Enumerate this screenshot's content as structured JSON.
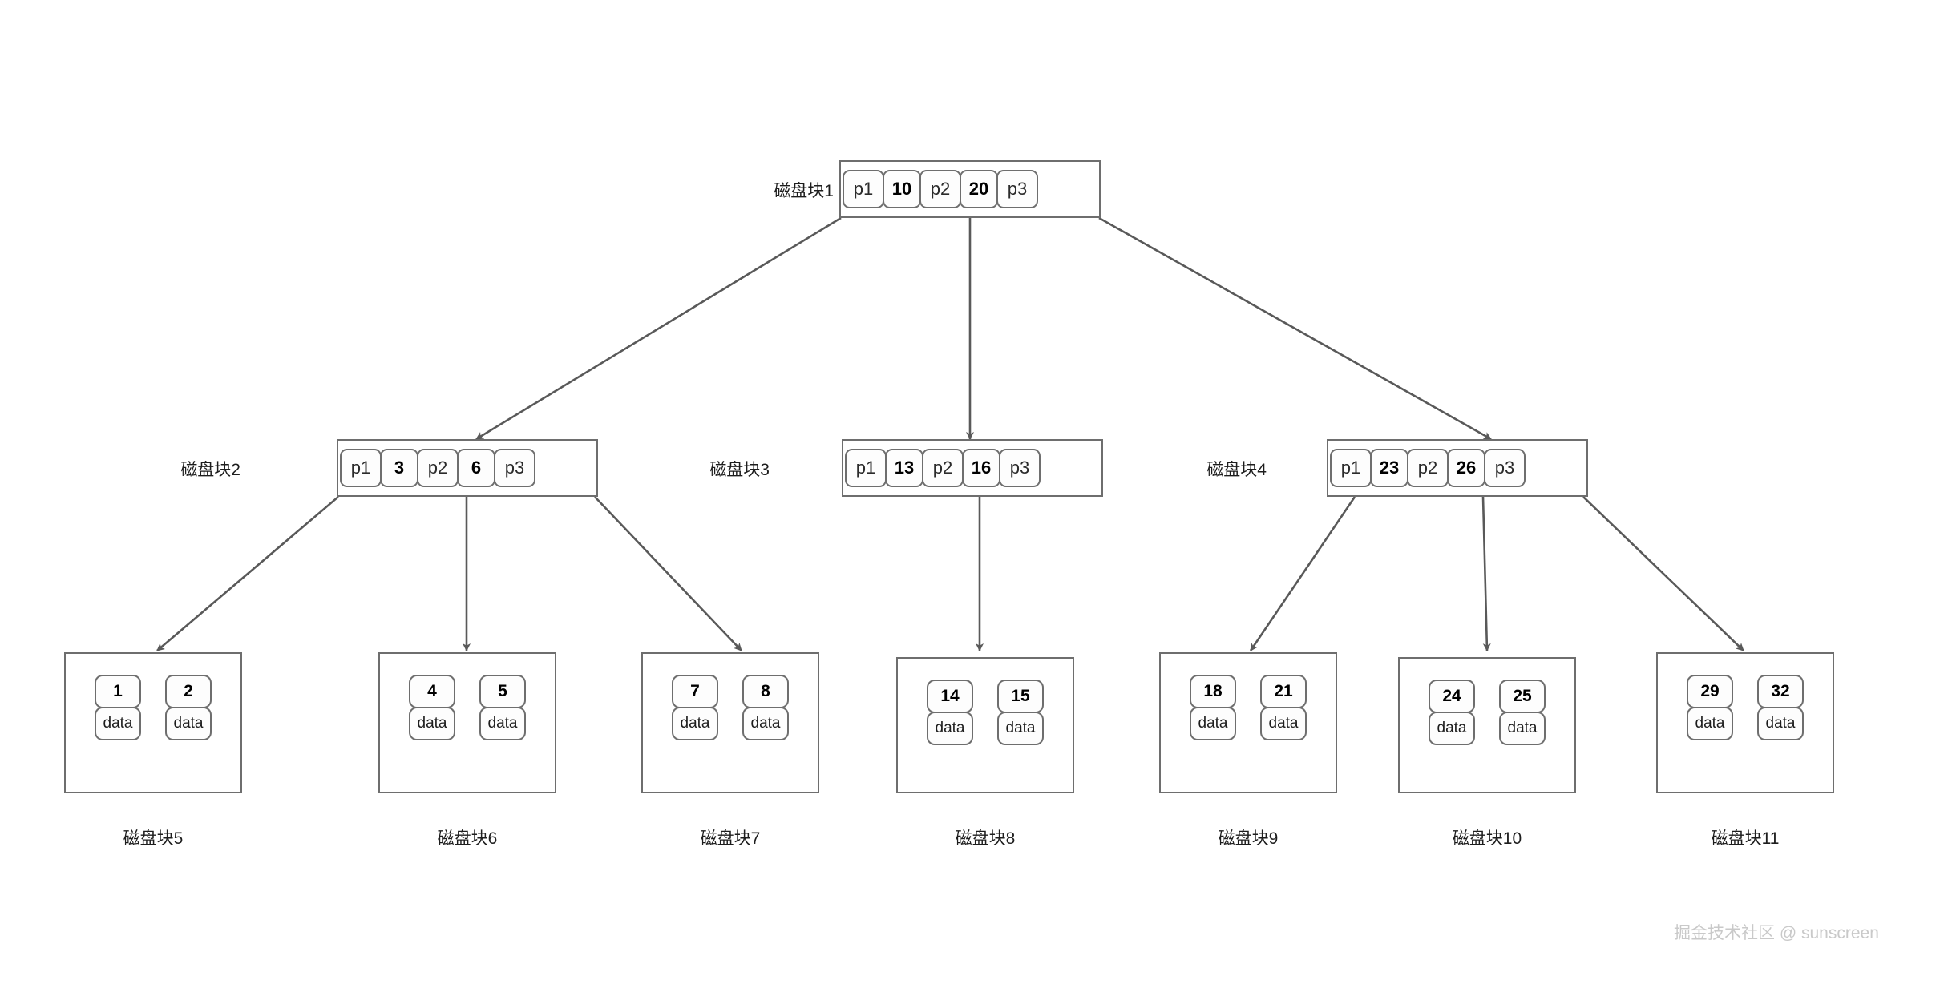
{
  "diagram": {
    "type": "b-plus-tree",
    "watermark": "掘金技术社区 @ sunscreen",
    "labels": {
      "pointer_1": "p1",
      "pointer_2": "p2",
      "pointer_3": "p3",
      "data": "data"
    },
    "internal_nodes": [
      {
        "id": "block1",
        "label": "磁盘块1",
        "cells": [
          {
            "kind": "pointer",
            "text": "p1"
          },
          {
            "kind": "key",
            "text": "10"
          },
          {
            "kind": "pointer",
            "text": "p2"
          },
          {
            "kind": "key",
            "text": "20"
          },
          {
            "kind": "pointer",
            "text": "p3"
          }
        ]
      },
      {
        "id": "block2",
        "label": "磁盘块2",
        "cells": [
          {
            "kind": "pointer",
            "text": "p1"
          },
          {
            "kind": "key",
            "text": "3"
          },
          {
            "kind": "pointer",
            "text": "p2"
          },
          {
            "kind": "key",
            "text": "6"
          },
          {
            "kind": "pointer",
            "text": "p3"
          }
        ]
      },
      {
        "id": "block3",
        "label": "磁盘块3",
        "cells": [
          {
            "kind": "pointer",
            "text": "p1"
          },
          {
            "kind": "key",
            "text": "13"
          },
          {
            "kind": "pointer",
            "text": "p2"
          },
          {
            "kind": "key",
            "text": "16"
          },
          {
            "kind": "pointer",
            "text": "p3"
          }
        ]
      },
      {
        "id": "block4",
        "label": "磁盘块4",
        "cells": [
          {
            "kind": "pointer",
            "text": "p1"
          },
          {
            "kind": "key",
            "text": "23"
          },
          {
            "kind": "pointer",
            "text": "p2"
          },
          {
            "kind": "key",
            "text": "26"
          },
          {
            "kind": "pointer",
            "text": "p3"
          }
        ]
      }
    ],
    "leaf_nodes": [
      {
        "id": "block5",
        "caption": "磁盘块5",
        "entries": [
          {
            "key": "1",
            "data": "data"
          },
          {
            "key": "2",
            "data": "data"
          }
        ]
      },
      {
        "id": "block6",
        "caption": "磁盘块6",
        "entries": [
          {
            "key": "4",
            "data": "data"
          },
          {
            "key": "5",
            "data": "data"
          }
        ]
      },
      {
        "id": "block7",
        "caption": "磁盘块7",
        "entries": [
          {
            "key": "7",
            "data": "data"
          },
          {
            "key": "8",
            "data": "data"
          }
        ]
      },
      {
        "id": "block8",
        "caption": "磁盘块8",
        "entries": [
          {
            "key": "14",
            "data": "data"
          },
          {
            "key": "15",
            "data": "data"
          }
        ]
      },
      {
        "id": "block9",
        "caption": "磁盘块9",
        "entries": [
          {
            "key": "18",
            "data": "data"
          },
          {
            "key": "21",
            "data": "data"
          }
        ]
      },
      {
        "id": "block10",
        "caption": "磁盘块10",
        "entries": [
          {
            "key": "24",
            "data": "data"
          },
          {
            "key": "25",
            "data": "data"
          }
        ]
      },
      {
        "id": "block11",
        "caption": "磁盘块11",
        "entries": [
          {
            "key": "29",
            "data": "data"
          },
          {
            "key": "32",
            "data": "data"
          }
        ]
      }
    ],
    "colors": {
      "stroke": "#6e6e6e",
      "edge": "#595959",
      "text": "#1d1d1d",
      "background": "#ffffff",
      "watermark": "#c9c9c9"
    }
  }
}
